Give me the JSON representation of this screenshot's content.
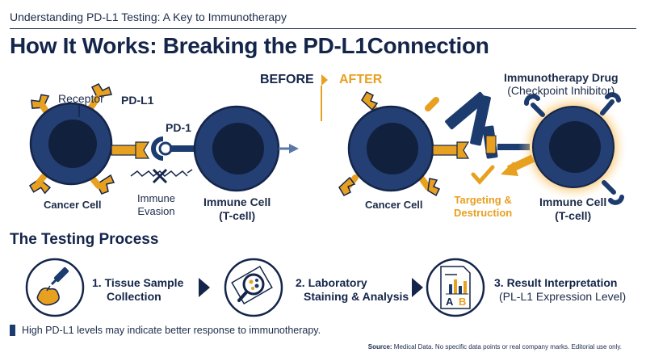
{
  "header": {
    "kicker": "Understanding PD-L1 Testing: A Key to Immunotherapy",
    "title": "How It Works: Breaking the PD-L1Connection"
  },
  "before": {
    "heading": "BEFORE",
    "receptor_label": "Receptor",
    "pdl1_label": "PD-L1",
    "pd1_label": "PD-1",
    "cancer_cell_label": "Cancer Cell",
    "evasion_label_1": "Immune",
    "evasion_label_2": "Evasion",
    "immune_cell_label_1": "Immune Cell",
    "immune_cell_label_2": "(T-cell)"
  },
  "after": {
    "heading": "AFTER",
    "drug_label_1": "Immunotherapy Drug",
    "drug_label_2": "(Checkpoint Inhibitor)",
    "cancer_cell_label": "Cancer Cell",
    "targeting_label_1": "Targeting &",
    "targeting_label_2": "Destruction",
    "immune_cell_label_1": "Immune Cell",
    "immune_cell_label_2": "(T-cell)"
  },
  "testing": {
    "heading": "The Testing Process",
    "steps": [
      {
        "line1": "1. Tissue Sample",
        "line2": "Collection"
      },
      {
        "line1": "2. Laboratory",
        "line2": "Staining & Analysis"
      },
      {
        "line1": "3. Result Interpretation",
        "line2": "(PL-L1 Expression Level)"
      }
    ],
    "result_letters": [
      "A",
      "B"
    ]
  },
  "note": "High PD-L1 levels may indicate better response to immunotherapy.",
  "source": {
    "label": "Source:",
    "text": "Medical Data. No specific data points or real company marks. Editorial use only."
  },
  "colors": {
    "navy": "#1c3b6e",
    "dark_navy": "#14254a",
    "orange": "#e8a020",
    "nucleus": "#11203d"
  }
}
